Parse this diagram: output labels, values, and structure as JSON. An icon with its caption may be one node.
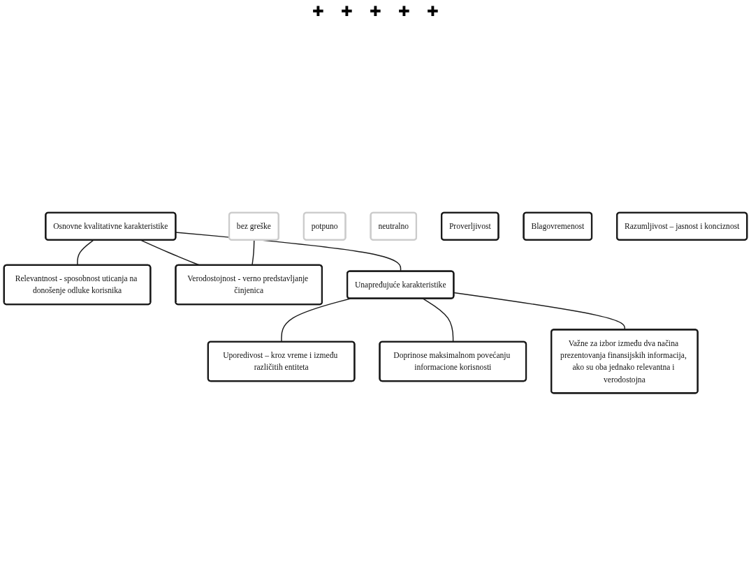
{
  "diagram": {
    "nodes": [
      {
        "text": [
          "Osnovne kvalitativne karakteristike"
        ]
      },
      {
        "text": [
          "Relevantnost - sposobnost uticanja na donošenje odluke korisnika"
        ]
      },
      {
        "text": [
          "Verodostojnost - verno predstavljanje činjenica"
        ]
      },
      {
        "text": [
          "potpuno"
        ]
      },
      {
        "text": [
          "neutralno"
        ]
      },
      {
        "text": [
          "bez greške"
        ]
      },
      {
        "text": [
          "Unapređujuće karakteristike"
        ]
      },
      {
        "text": [
          "Uporedivost – kroz vreme i između različitih entiteta"
        ]
      },
      {
        "text": [
          "Proverljivost"
        ]
      },
      {
        "text": [
          "Blagovremenost"
        ]
      },
      {
        "text": [
          "Razumljivost – jasnost i konciznost"
        ]
      },
      {
        "text": [
          "Doprinose maksimalnom povećanju informacione korisnosti"
        ]
      },
      {
        "text": [
          "Važne za izbor između dva načina prezentovanja finansijskih informacija, ako su oba jednako relevantna i verodostojna"
        ]
      }
    ],
    "edges": [
      {
        "from": 0,
        "to": 1,
        "arrow": "none"
      },
      {
        "from": 0,
        "to": 2,
        "arrow": "none"
      },
      {
        "from": 5,
        "to": 2,
        "arrow": "none"
      },
      {
        "from": 0,
        "to": 6,
        "arrow": "none"
      },
      {
        "from": 6,
        "to": 7,
        "arrow": "none"
      },
      {
        "from": 6,
        "to": 11,
        "arrow": "none"
      },
      {
        "from": 6,
        "to": 12,
        "arrow": "none"
      }
    ],
    "labels": [
      "✚",
      "✚",
      "✚",
      "✚",
      "✚"
    ]
  }
}
